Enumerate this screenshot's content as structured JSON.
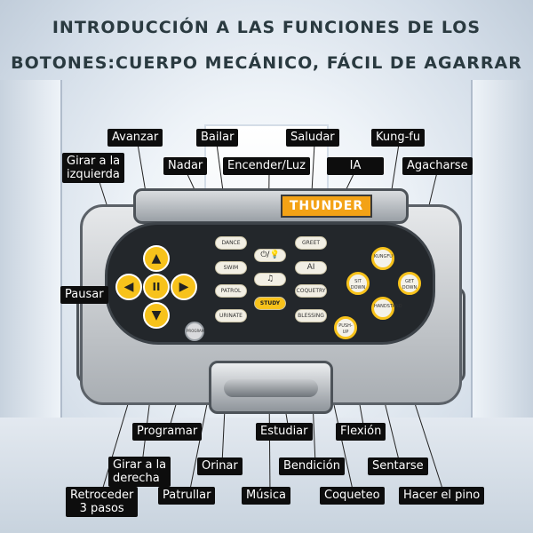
{
  "title": {
    "line1": "INTRODUCCIÓN A LAS FUNCIONES DE LOS",
    "line2": "BOTONES:CUERPO MECÁNICO, FÁCIL DE AGARRAR"
  },
  "device": {
    "brand": "THUNDER",
    "dpad": {
      "up": "▲",
      "down": "▼",
      "left": "◀",
      "right": "▶",
      "center": "II"
    },
    "function_buttons": {
      "dance": "DANCE",
      "swim": "SWIM",
      "patrol": "PATROL",
      "urinate": "URINATE",
      "greet": "GREET",
      "ai": "AI",
      "coquetry": "COQUETRY",
      "blessing": "BLESSING",
      "power": "⏻/💡",
      "music": "♫",
      "study": "STUDY"
    },
    "right_buttons": {
      "kungfu": "KUNGFU",
      "sitdown": "SIT DOWN",
      "getdown": "GET DOWN",
      "handstand": "HANDSTAND",
      "pushup": "PUSH-UP"
    },
    "program": "PROGRAM"
  },
  "labels": {
    "avanzar": "Avanzar",
    "bailar": "Bailar",
    "saludar": "Saludar",
    "kungfu": "Kung-fu",
    "girar_izq_1": "Girar a la",
    "girar_izq_2": "izquierda",
    "nadar": "Nadar",
    "encender": "Encender/Luz",
    "ia": "IA",
    "agacharse": "Agacharse",
    "pausar": "Pausar",
    "programar": "Programar",
    "estudiar": "Estudiar",
    "flexion": "Flexión",
    "girar_der_1": "Girar a la",
    "girar_der_2": "derecha",
    "orinar": "Orinar",
    "bendicion": "Bendición",
    "sentarse": "Sentarse",
    "retroceder_1": "Retroceder",
    "retroceder_2": "3 pasos",
    "patrullar": "Patrullar",
    "musica": "Música",
    "coqueteo": "Coqueteo",
    "hacer_pino": "Hacer el pino"
  }
}
